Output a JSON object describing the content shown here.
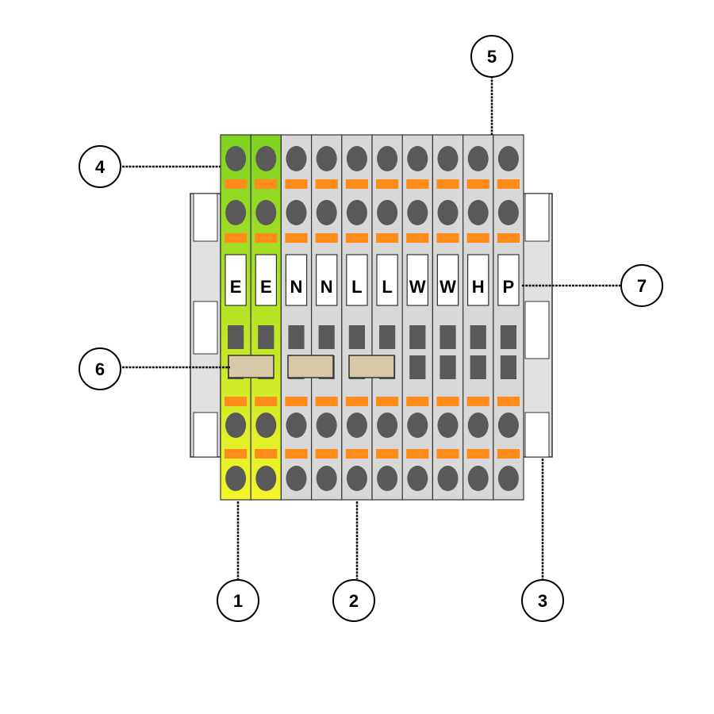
{
  "terminal_block": {
    "terminals": [
      {
        "label": "E",
        "type": "earth"
      },
      {
        "label": "E",
        "type": "earth"
      },
      {
        "label": "N",
        "type": "standard"
      },
      {
        "label": "N",
        "type": "standard"
      },
      {
        "label": "L",
        "type": "standard"
      },
      {
        "label": "L",
        "type": "standard"
      },
      {
        "label": "W",
        "type": "standard"
      },
      {
        "label": "W",
        "type": "standard"
      },
      {
        "label": "H",
        "type": "standard"
      },
      {
        "label": "P",
        "type": "standard"
      }
    ],
    "colors": {
      "earth_top": "#7ed321",
      "earth_bottom": "#f4f52a",
      "standard_body": "#d8d8d8",
      "screw": "#595959",
      "spring_lever": "#ff8c1a",
      "bridge": "#d8c8a8",
      "divider_accent": "#f5a623"
    }
  },
  "callouts": [
    {
      "number": "1"
    },
    {
      "number": "2"
    },
    {
      "number": "3"
    },
    {
      "number": "4"
    },
    {
      "number": "5"
    },
    {
      "number": "6"
    },
    {
      "number": "7"
    }
  ]
}
